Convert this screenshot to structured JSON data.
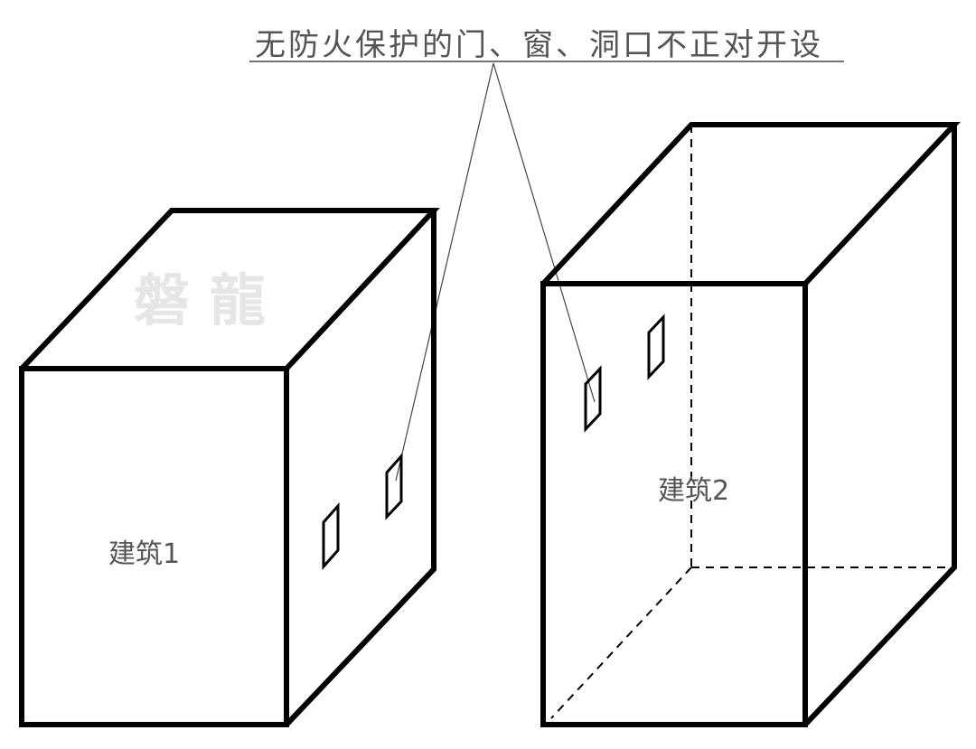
{
  "annotation": {
    "text": "无防火保护的门、窗、洞口不正对开设"
  },
  "buildings": [
    {
      "label": "建筑1"
    },
    {
      "label": "建筑2"
    }
  ],
  "watermark": {
    "text": "磐龍"
  },
  "colors": {
    "outline": "#000000",
    "text": "#555555",
    "watermark": "#e6e6e6",
    "leader_line": "#444444"
  }
}
